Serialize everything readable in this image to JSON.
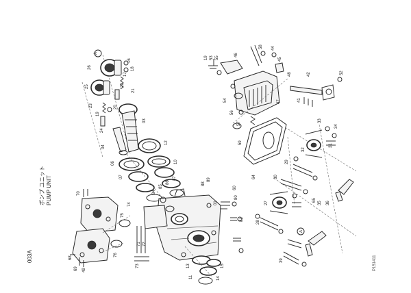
{
  "page": {
    "section_code": "003A",
    "title_jp": "ポンプ ユニット",
    "title_en": "PUMP UNIT",
    "figure_code": "P151411"
  },
  "callouts": {
    "c01": "A",
    "c02": "25",
    "c03": "26",
    "c04": "16",
    "c05": "18",
    "c06": "17",
    "c07": "22",
    "c08": "21",
    "c09": "23",
    "c10": "19",
    "c11": "20",
    "c12": "24",
    "c13": "03",
    "c14": "04",
    "c15": "06",
    "c16": "10",
    "c17": "12",
    "c18": "07",
    "c19": "01",
    "c20": "49",
    "c21": "73",
    "c22": "74",
    "c23": "72",
    "c24": "71",
    "c25": "80",
    "c26": "81",
    "c27": "19",
    "c28": "53",
    "c29": "55",
    "c30": "46",
    "c31": "44",
    "c32": "58",
    "c33": "45",
    "c34": "48",
    "c35": "47",
    "c36": "54",
    "c37": "56",
    "c38": "57",
    "c39": "41",
    "c40": "42",
    "c41": "52",
    "c42": "59",
    "c43": "33",
    "c44": "34",
    "c45": "31",
    "c46": "32",
    "c47": "35",
    "c48": "36",
    "c49": "29",
    "c50": "30",
    "c51": "27",
    "c52": "28",
    "c53": "39",
    "c54": "65",
    "c55": "64",
    "c56": "60",
    "c57": "15",
    "c58": "14",
    "c59": "11",
    "c60": "13",
    "c61": "69",
    "c62": "68",
    "c63": "70",
    "c64": "75",
    "c65": "76",
    "c66": "84",
    "c67": "85",
    "c68": "86",
    "c69": "87",
    "c70": "88",
    "c71": "89",
    "c72": "A"
  }
}
